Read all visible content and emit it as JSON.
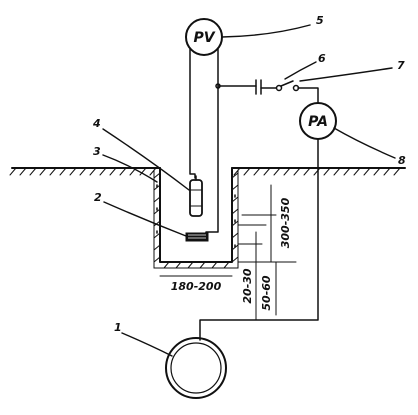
{
  "meters": {
    "voltmeter": "PV",
    "ammeter": "PA"
  },
  "callouts": {
    "n1": "1",
    "n2": "2",
    "n3": "3",
    "n4": "4",
    "n5": "5",
    "n6": "6",
    "n7": "7",
    "n8": "8"
  },
  "dimensions": {
    "pit_width": "180-200",
    "pit_depth": "300-350",
    "electrode_gap": "20-30",
    "electrode_depth": "50-60"
  }
}
